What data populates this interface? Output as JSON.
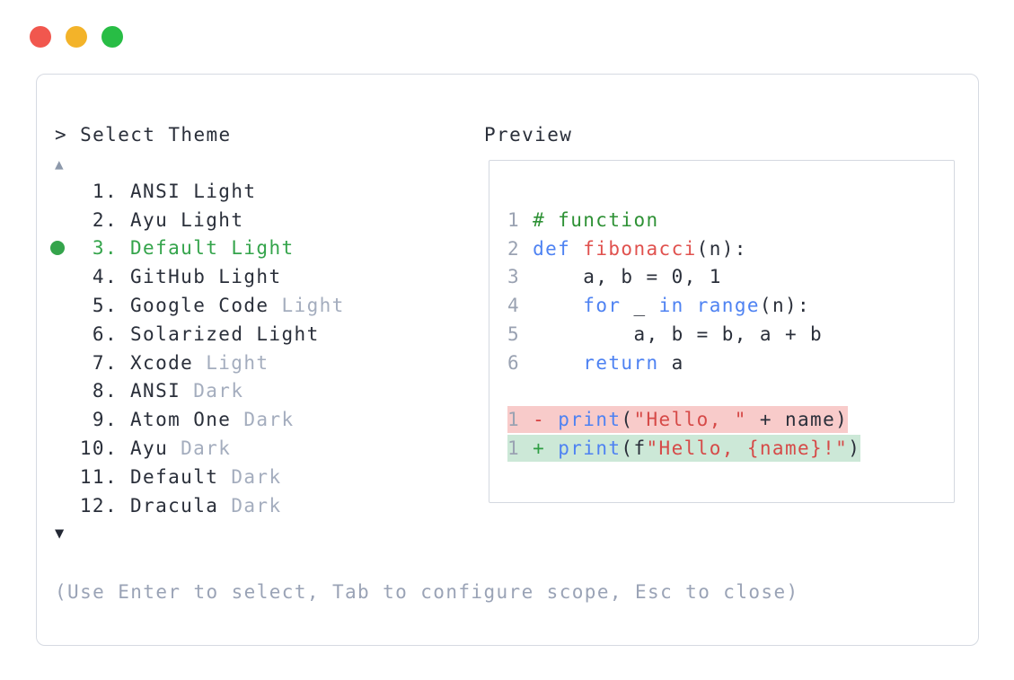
{
  "window": {
    "traffic_lights": [
      {
        "name": "close",
        "color": "#f1574e"
      },
      {
        "name": "minimize",
        "color": "#f3b329"
      },
      {
        "name": "zoom",
        "color": "#28bd45"
      }
    ]
  },
  "theme_selector": {
    "prompt": "> Select Theme",
    "scroll_up_icon": "▲",
    "scroll_down_icon": "▼",
    "items": [
      {
        "number": "1.",
        "name": "ANSI",
        "suffix": "Light",
        "muted_suffix": false,
        "selected": false
      },
      {
        "number": "2.",
        "name": "Ayu",
        "suffix": "Light",
        "muted_suffix": false,
        "selected": false
      },
      {
        "number": "3.",
        "name": "Default",
        "suffix": "Light",
        "muted_suffix": false,
        "selected": true
      },
      {
        "number": "4.",
        "name": "GitHub",
        "suffix": "Light",
        "muted_suffix": false,
        "selected": false
      },
      {
        "number": "5.",
        "name": "Google Code",
        "suffix": "Light",
        "muted_suffix": true,
        "selected": false
      },
      {
        "number": "6.",
        "name": "Solarized",
        "suffix": "Light",
        "muted_suffix": false,
        "selected": false
      },
      {
        "number": "7.",
        "name": "Xcode",
        "suffix": "Light",
        "muted_suffix": true,
        "selected": false
      },
      {
        "number": "8.",
        "name": "ANSI",
        "suffix": "Dark",
        "muted_suffix": true,
        "selected": false
      },
      {
        "number": "9.",
        "name": "Atom One",
        "suffix": "Dark",
        "muted_suffix": true,
        "selected": false
      },
      {
        "number": "10.",
        "name": "Ayu",
        "suffix": "Dark",
        "muted_suffix": true,
        "selected": false
      },
      {
        "number": "11.",
        "name": "Default",
        "suffix": "Dark",
        "muted_suffix": true,
        "selected": false
      },
      {
        "number": "12.",
        "name": "Dracula",
        "suffix": "Dark",
        "muted_suffix": true,
        "selected": false
      }
    ],
    "hint": "(Use Enter to select, Tab to configure scope, Esc to close)"
  },
  "preview": {
    "label": "Preview",
    "code_lines": [
      {
        "tokens": [
          [
            "ln",
            "1 "
          ],
          [
            "comment",
            "# function"
          ]
        ]
      },
      {
        "tokens": [
          [
            "ln",
            "2 "
          ],
          [
            "kw",
            "def "
          ],
          [
            "fn",
            "fibonacci"
          ],
          [
            "plain",
            "(n):"
          ]
        ]
      },
      {
        "tokens": [
          [
            "ln",
            "3 "
          ],
          [
            "plain",
            "    a, b = 0, 1"
          ]
        ]
      },
      {
        "tokens": [
          [
            "ln",
            "4 "
          ],
          [
            "plain",
            "    "
          ],
          [
            "kw",
            "for"
          ],
          [
            "plain",
            " _ "
          ],
          [
            "kw",
            "in"
          ],
          [
            "plain",
            " "
          ],
          [
            "kw",
            "range"
          ],
          [
            "plain",
            "(n):"
          ]
        ]
      },
      {
        "tokens": [
          [
            "ln",
            "5 "
          ],
          [
            "plain",
            "        a, b = b, a + b"
          ]
        ]
      },
      {
        "tokens": [
          [
            "ln",
            "6 "
          ],
          [
            "plain",
            "    "
          ],
          [
            "kw",
            "return"
          ],
          [
            "plain",
            " a"
          ]
        ]
      },
      {
        "tokens": []
      },
      {
        "bg": "del",
        "tokens": [
          [
            "ln",
            "1 "
          ],
          [
            "del",
            "- "
          ],
          [
            "kw",
            "print"
          ],
          [
            "plain",
            "("
          ],
          [
            "str",
            "\"Hello, \""
          ],
          [
            "plain",
            " + name)"
          ]
        ]
      },
      {
        "bg": "add",
        "tokens": [
          [
            "ln",
            "1 "
          ],
          [
            "add",
            "+ "
          ],
          [
            "kw",
            "print"
          ],
          [
            "plain",
            "(f"
          ],
          [
            "str",
            "\"Hello, {name}!\""
          ],
          [
            "plain",
            ")"
          ]
        ]
      }
    ]
  },
  "colors": {
    "selected_green": "#34a44b",
    "muted_text": "#a4adbe",
    "hint_text": "#9aa3b6",
    "text": "#2a2f3a",
    "line_number": "#9aa2b2",
    "comment": "#2e9135",
    "keyword_blue": "#4e82f2",
    "function_red": "#e0514e",
    "string_red": "#d64a48",
    "diff_del_bg": "#f8cbca",
    "diff_add_bg": "#cce8d7",
    "panel_border": "#d6dae2"
  }
}
